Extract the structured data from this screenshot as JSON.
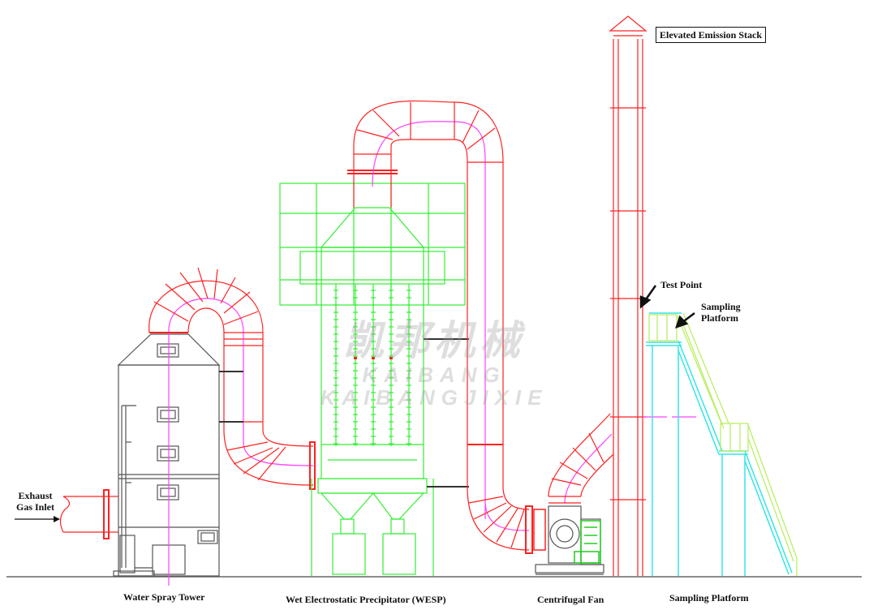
{
  "labels": {
    "exhaust_inlet": "Exhaust\nGas Inlet",
    "water_spray_tower": "Water Spray Tower",
    "wesp": "Wet Electrostatic Precipitator (WESP)",
    "centrifugal_fan": "Centrifugal Fan",
    "sampling_platform_bottom": "Sampling Platform",
    "elevated_emission_stack": "Elevated Emission Stack",
    "test_point": "Test Point",
    "sampling_platform_callout": "Sampling\nPlatform"
  },
  "watermark": {
    "logo_text": "凯邦机械",
    "logo_text_latin": "KAIBANG KAIBANGJIXIE"
  },
  "colors": {
    "duct": "#ff2020",
    "centerline": "#ff40ff",
    "wesp": "#33ee33",
    "platform": "#33e6e6",
    "ladder": "#bbee66",
    "equipment": "#555555",
    "ground": "#666666"
  }
}
